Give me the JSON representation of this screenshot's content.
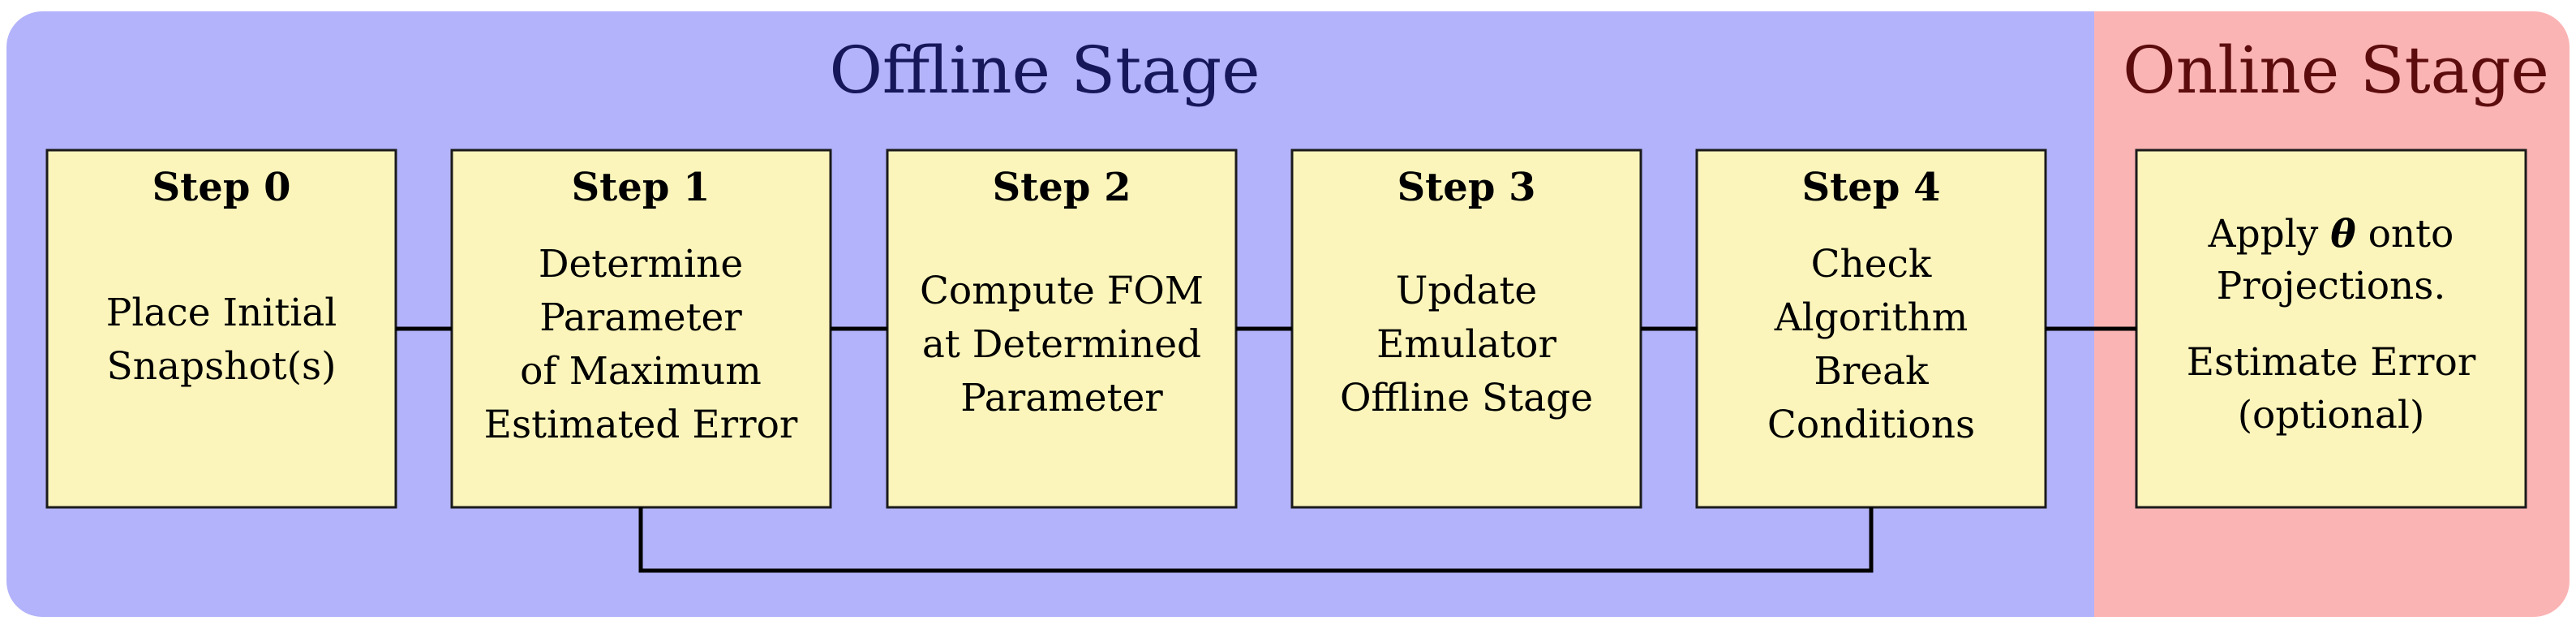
{
  "colors": {
    "offline_bg": "#b3b3fb",
    "online_bg": "#fbb4b4",
    "box_fill": "#fbf5bb",
    "offline_title": "#16165a",
    "online_title": "#5c0c0c"
  },
  "offline": {
    "title": "Offline Stage"
  },
  "online": {
    "title": "Online Stage"
  },
  "steps": [
    {
      "title": "Step 0",
      "lines": [
        "Place Initial",
        "Snapshot(s)"
      ]
    },
    {
      "title": "Step 1",
      "lines": [
        "Determine",
        "Parameter",
        "of Maximum",
        "Estimated Error"
      ]
    },
    {
      "title": "Step 2",
      "lines": [
        "Compute FOM",
        "at Determined",
        "Parameter"
      ]
    },
    {
      "title": "Step 3",
      "lines": [
        "Update",
        "Emulator",
        "Offline Stage"
      ]
    },
    {
      "title": "Step 4",
      "lines": [
        "Check",
        "Algorithm",
        "Break",
        "Conditions"
      ]
    }
  ],
  "online_box": {
    "line1_before": "Apply ",
    "theta_symbol": "θ",
    "line1_after": " onto",
    "line2": "Projections.",
    "line3": "Estimate Error",
    "line4": "(optional)"
  }
}
